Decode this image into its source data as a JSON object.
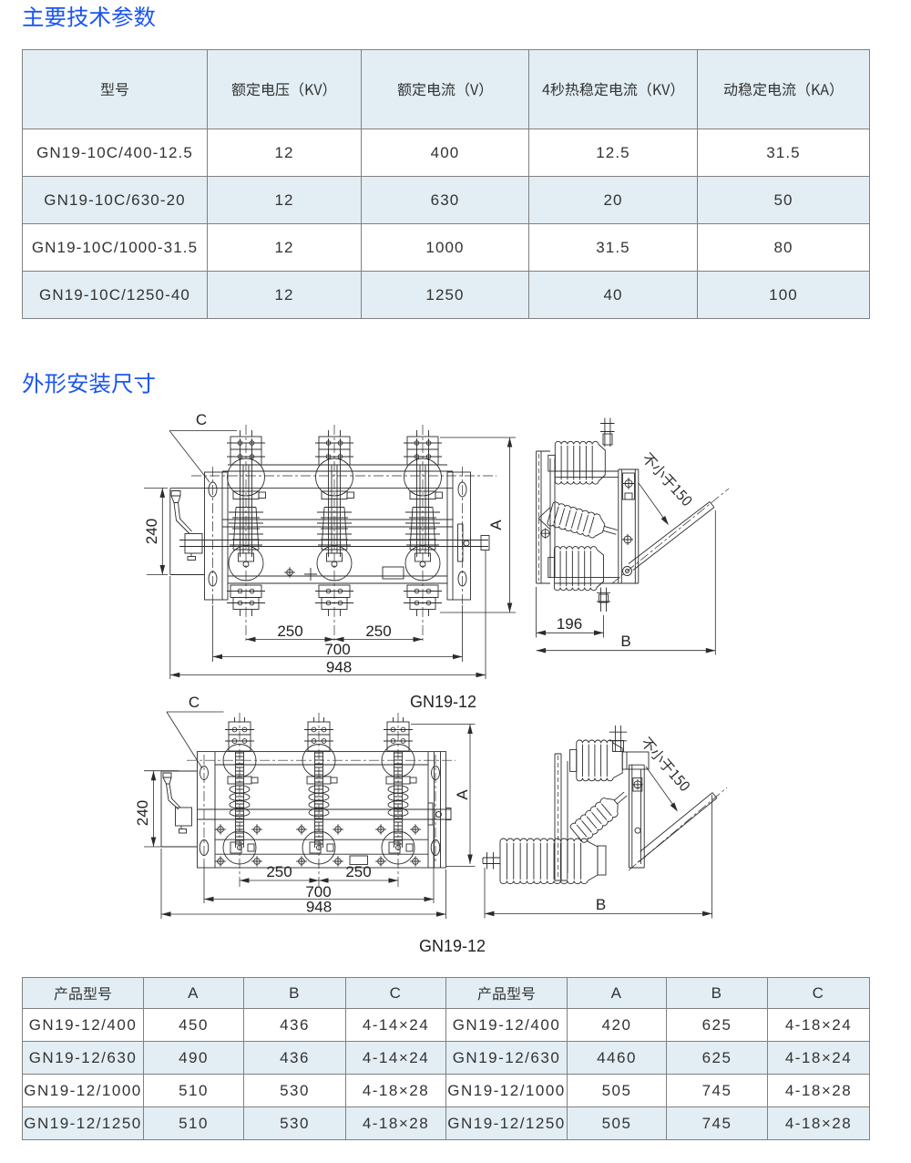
{
  "titles": {
    "main": "主要技术参数",
    "dimensions": "外形安装尺寸"
  },
  "tech_table": {
    "headers": [
      "型号",
      "额定电压（KV）",
      "额定电流（V）",
      "4秒热稳定电流（KV）",
      "动稳定电流（KA）"
    ],
    "rows": [
      [
        "GN19-10C/400-12.5",
        "12",
        "400",
        "12.5",
        "31.5"
      ],
      [
        "GN19-10C/630-20",
        "12",
        "630",
        "20",
        "50"
      ],
      [
        "GN19-10C/1000-31.5",
        "12",
        "1000",
        "31.5",
        "80"
      ],
      [
        "GN19-10C/1250-40",
        "12",
        "1250",
        "40",
        "100"
      ]
    ]
  },
  "drawing1": {
    "caption": "GN19-12",
    "front": {
      "dim_height": "240",
      "dim_pole_left": "250",
      "dim_pole_right": "250",
      "dim_mounting": "700",
      "dim_overall": "948",
      "label_a": "A",
      "label_c": "C"
    },
    "side": {
      "dim_depth": "196",
      "label_b": "B",
      "note_lever": "不小于150"
    }
  },
  "drawing2": {
    "caption": "GN19-12",
    "front": {
      "dim_height": "240",
      "dim_pole_left": "250",
      "dim_pole_right": "250",
      "dim_mounting": "700",
      "dim_overall": "948",
      "label_a": "A",
      "label_c": "C"
    },
    "side": {
      "label_b": "B",
      "note_lever": "不小于150"
    }
  },
  "size_table": {
    "headers": [
      "产品型号",
      "A",
      "B",
      "C",
      "产品型号",
      "A",
      "B",
      "C"
    ],
    "rows": [
      [
        "GN19-12/400",
        "450",
        "436",
        "4-14×24",
        "GN19-12/400",
        "420",
        "625",
        "4-18×24"
      ],
      [
        "GN19-12/630",
        "490",
        "436",
        "4-14×24",
        "GN19-12/630",
        "4460",
        "625",
        "4-18×24"
      ],
      [
        "GN19-12/1000",
        "510",
        "530",
        "4-18×28",
        "GN19-12/1000",
        "505",
        "745",
        "4-18×28"
      ],
      [
        "GN19-12/1250",
        "510",
        "530",
        "4-18×28",
        "GN19-12/1250",
        "505",
        "745",
        "4-18×28"
      ]
    ]
  },
  "colors": {
    "accent_blue": "#1a55f0",
    "table_fill": "#e2eef4",
    "table_border": "#808080",
    "drawing_line": "#2b2b2b",
    "text": "#333333"
  }
}
